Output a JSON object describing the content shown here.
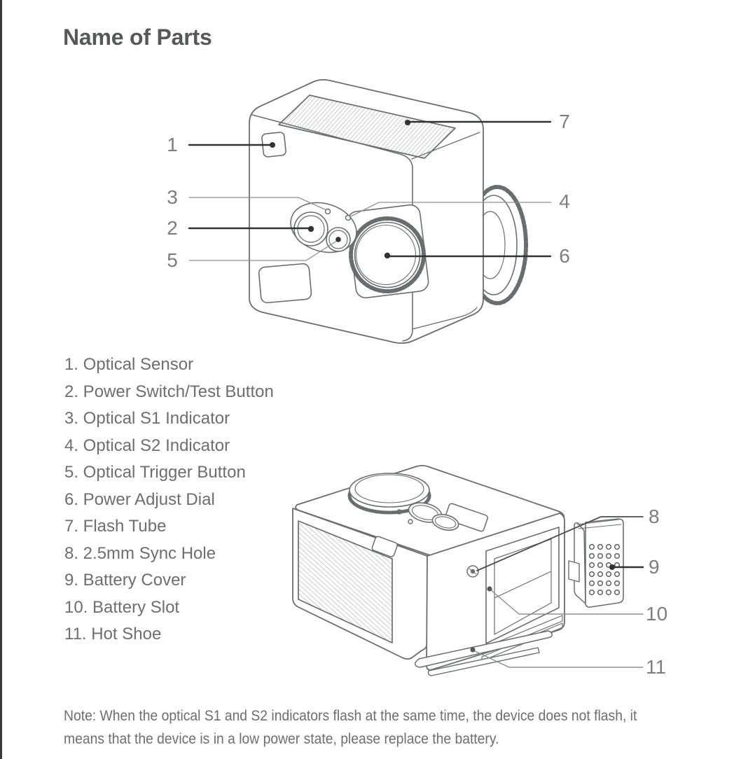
{
  "page": {
    "title": "Name of Parts",
    "note": {
      "line1": "Note: When the optical S1 and S2 indicators flash at the same time, the device does not flash, it",
      "line2": "means that the device is in a low power state, please replace the battery."
    }
  },
  "parts_list": {
    "items": [
      "1. Optical Sensor",
      "2. Power Switch/Test Button",
      "3. Optical S1 Indicator",
      "4. Optical S2 Indicator",
      "5. Optical Trigger Button",
      "6. Power Adjust Dial",
      "7. Flash Tube",
      "8. 2.5mm Sync Hole",
      "9. Battery Cover",
      "10. Battery Slot",
      "11. Hot Shoe"
    ]
  },
  "callouts": [
    "1",
    "2",
    "3",
    "4",
    "5",
    "6",
    "7",
    "8",
    "9",
    "10",
    "11"
  ],
  "colors": {
    "title_text": "#57585a",
    "body_text": "#6d6e71",
    "callout_number": "#7c7e81",
    "drawing_line": "#6a6d70",
    "callout_line_dark": "#303234",
    "callout_line_light": "#8d9093",
    "page_border": "#3a3a3c",
    "background": "#ffffff"
  }
}
